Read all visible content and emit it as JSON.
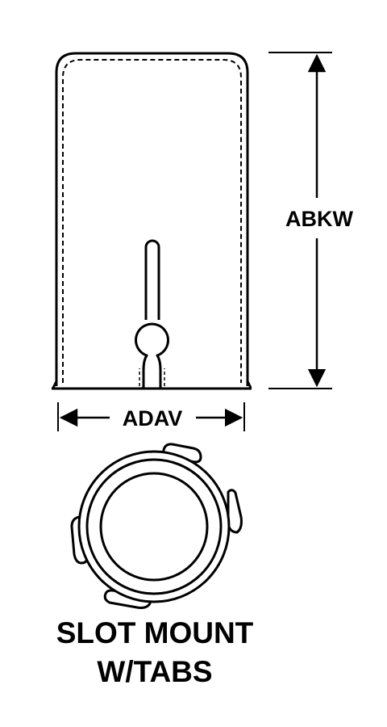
{
  "dimensions": {
    "height_label": "ABKW",
    "width_label": "ADAV"
  },
  "caption": {
    "line1": "SLOT MOUNT",
    "line2": "W/TABS"
  },
  "colors": {
    "ink": "#000000",
    "background": "#ffffff"
  }
}
